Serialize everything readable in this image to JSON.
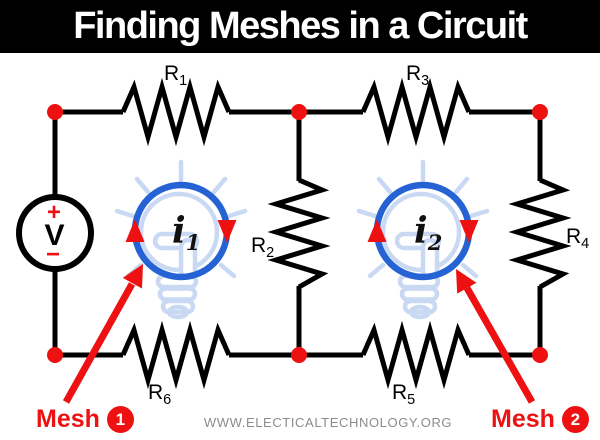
{
  "title": "Finding Meshes in a Circuit",
  "watermark": "WWW.ELECTICALTECHNOLOGY.ORG",
  "colors": {
    "accent_red": "#ee1111",
    "mesh_blue": "#2563d4",
    "bulb_blue": "#c9d9f4",
    "wire_black": "#000000",
    "watermark_gray": "#8c8c8c"
  },
  "voltage_source": {
    "plus": "+",
    "label": "V",
    "minus": "−"
  },
  "resistors": [
    {
      "id": "R1",
      "name": "R",
      "sub": "1"
    },
    {
      "id": "R2",
      "name": "R",
      "sub": "2"
    },
    {
      "id": "R3",
      "name": "R",
      "sub": "3"
    },
    {
      "id": "R4",
      "name": "R",
      "sub": "4"
    },
    {
      "id": "R5",
      "name": "R",
      "sub": "5"
    },
    {
      "id": "R6",
      "name": "R",
      "sub": "6"
    }
  ],
  "meshes": [
    {
      "current": "i",
      "sub": "1",
      "pointer_label": "Mesh",
      "number": "1"
    },
    {
      "current": "i",
      "sub": "2",
      "pointer_label": "Mesh",
      "number": "2"
    }
  ]
}
